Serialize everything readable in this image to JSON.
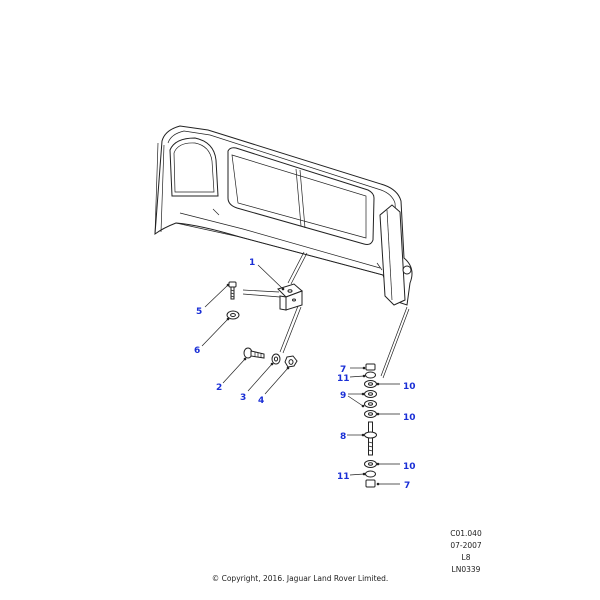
{
  "callouts": {
    "c1": "1",
    "c2": "2",
    "c3": "3",
    "c4": "4",
    "c5": "5",
    "c6": "6",
    "c7a": "7",
    "c7b": "7",
    "c8": "8",
    "c9": "9",
    "c10a": "10",
    "c10b": "10",
    "c10c": "10",
    "c11a": "11",
    "c11b": "11"
  },
  "reference": {
    "code": "C01.040",
    "date": "07-2007",
    "level": "L8",
    "illustration": "LN0339"
  },
  "copyright": "© Copyright, 2016. Jaguar Land Rover Limited.",
  "colors": {
    "callout": "#1a2fd6",
    "line": "#222222"
  }
}
